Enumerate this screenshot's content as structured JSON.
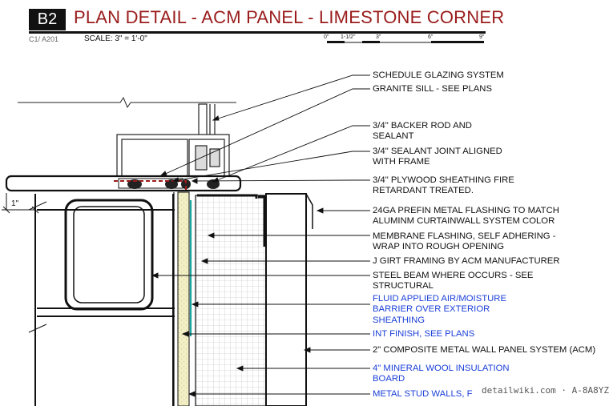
{
  "header": {
    "badge": "B2",
    "title": "PLAN DETAIL - ACM PANEL - LIMESTONE CORNER",
    "sheet_ref": "C1/ A201",
    "scale_label": "SCALE:    3\" = 1'-0\"",
    "scale_bar_ticks": [
      "0\"",
      "1-1/2\"",
      "3\"",
      "6\"",
      "9\""
    ]
  },
  "dimension_note": "1\"",
  "callouts": [
    {
      "lines": [
        "SCHEDULE GLAZING SYSTEM"
      ],
      "color": "#111111"
    },
    {
      "lines": [
        "GRANITE SILL - SEE PLANS"
      ],
      "color": "#111111"
    },
    {
      "lines": [
        "3/4\" BACKER ROD AND",
        "SEALANT"
      ],
      "color": "#111111"
    },
    {
      "lines": [
        "3/4\" SEALANT JOINT ALIGNED",
        "WITH FRAME"
      ],
      "color": "#111111"
    },
    {
      "lines": [
        "3/4\" PLYWOOD SHEATHING FIRE",
        "RETARDANT TREATED."
      ],
      "color": "#111111"
    },
    {
      "lines": [
        "24GA PREFIN METAL FLASHING TO MATCH",
        "ALUMINM CURTAINWALL SYSTEM COLOR"
      ],
      "color": "#111111"
    },
    {
      "lines": [
        "MEMBRANE FLASHING, SELF ADHERING -",
        "WRAP INTO ROUGH OPENING"
      ],
      "color": "#111111"
    },
    {
      "lines": [
        "J GIRT FRAMING BY ACM MANUFACTURER"
      ],
      "color": "#111111"
    },
    {
      "lines": [
        "STEEL BEAM WHERE OCCURS - SEE",
        "STRUCTURAL"
      ],
      "color": "#111111"
    },
    {
      "lines": [
        "FLUID APPLIED AIR/MOISTURE",
        "BARRIER OVER EXTERIOR",
        "SHEATHING"
      ],
      "color": "#1a3fd8"
    },
    {
      "lines": [
        "INT FINISH, SEE PLANS"
      ],
      "color": "#1a3fd8"
    },
    {
      "lines": [
        "2\" COMPOSITE METAL WALL PANEL SYSTEM (ACM)"
      ],
      "color": "#111111"
    },
    {
      "lines": [
        "4\" MINERAL WOOL INSULATION",
        "BOARD"
      ],
      "color": "#1a3fd8"
    },
    {
      "lines": [
        "METAL STUD WALLS, F"
      ],
      "color": "#1a3fd8"
    }
  ],
  "watermark": "detailwiki.com · A-8A8YZ",
  "colors": {
    "title": "#9a1b1b",
    "blue_note": "#1a3fd8",
    "membrane": "#9a1b1b",
    "barrier": "#1aa6a0",
    "sheathing": "#f3efc4"
  }
}
